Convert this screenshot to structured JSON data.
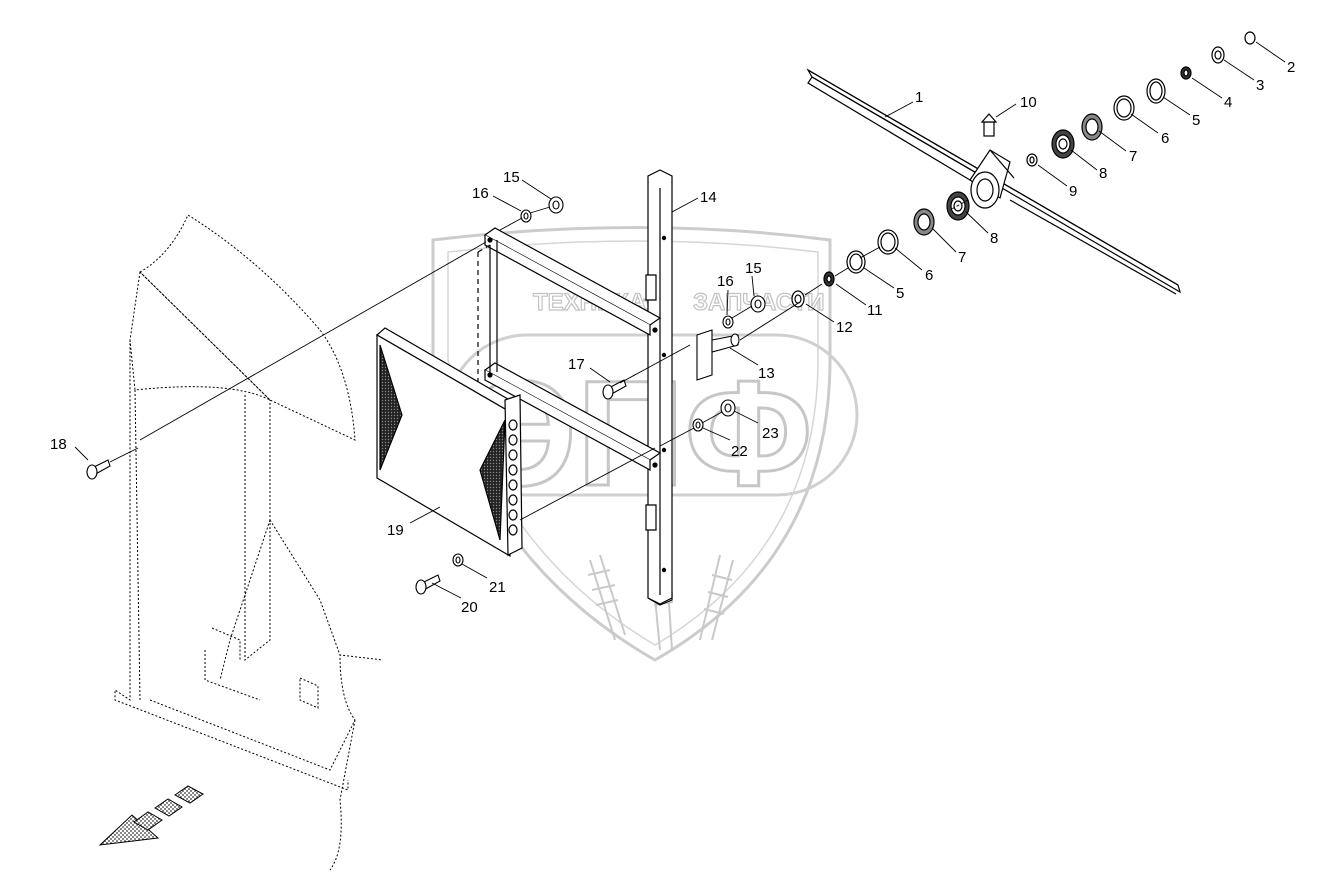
{
  "watermark": {
    "line1_left": "ТЕХНИКА",
    "line1_right": "ЗАПЧАСТИ",
    "monogram": "ЭПФ"
  },
  "callouts": [
    {
      "id": "c1",
      "text": "1"
    },
    {
      "id": "c2",
      "text": "2"
    },
    {
      "id": "c3",
      "text": "3"
    },
    {
      "id": "c4a",
      "text": "4"
    },
    {
      "id": "c5a",
      "text": "5"
    },
    {
      "id": "c6a",
      "text": "6"
    },
    {
      "id": "c7a",
      "text": "7"
    },
    {
      "id": "c8a",
      "text": "8"
    },
    {
      "id": "c9",
      "text": "9"
    },
    {
      "id": "c10",
      "text": "10"
    },
    {
      "id": "c8b",
      "text": "8"
    },
    {
      "id": "c7b",
      "text": "7"
    },
    {
      "id": "c6b",
      "text": "6"
    },
    {
      "id": "c5b",
      "text": "5"
    },
    {
      "id": "c11",
      "text": "11"
    },
    {
      "id": "c12",
      "text": "12"
    },
    {
      "id": "c13",
      "text": "13"
    },
    {
      "id": "c14",
      "text": "14"
    },
    {
      "id": "c15a",
      "text": "15"
    },
    {
      "id": "c16a",
      "text": "16"
    },
    {
      "id": "c15b",
      "text": "15"
    },
    {
      "id": "c16b",
      "text": "16"
    },
    {
      "id": "c17",
      "text": "17"
    },
    {
      "id": "c18",
      "text": "18"
    },
    {
      "id": "c19",
      "text": "19"
    },
    {
      "id": "c20",
      "text": "20"
    },
    {
      "id": "c21",
      "text": "21"
    },
    {
      "id": "c22",
      "text": "22"
    },
    {
      "id": "c23",
      "text": "23"
    }
  ],
  "colors": {
    "line": "#000000",
    "watermark": "#bdbdbd",
    "hatch": "#5a5a5a"
  },
  "icons": {
    "direction_arrow": "forward-direction-arrow-icon"
  }
}
